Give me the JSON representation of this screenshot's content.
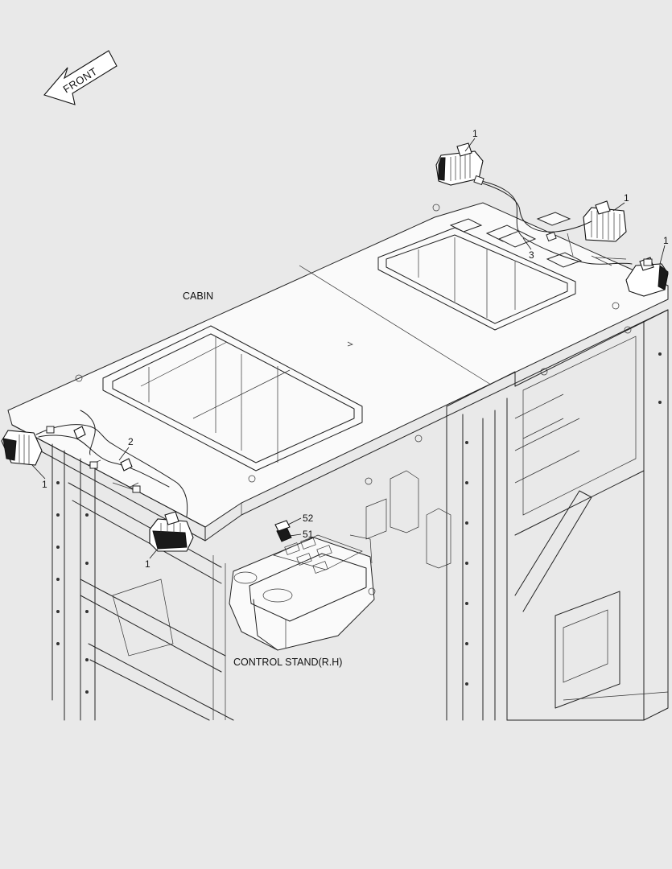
{
  "orientation": {
    "front_label": "FRONT"
  },
  "sections": {
    "cabin": "CABIN",
    "control_stand": "CONTROL STAND(R.H)"
  },
  "callouts": {
    "c1_top": "1",
    "c1_mid": "1",
    "c1_right": "1",
    "c3": "3",
    "c2": "2",
    "c1_left": "1",
    "c1_bottom": "1",
    "c52": "52",
    "c51": "51"
  }
}
